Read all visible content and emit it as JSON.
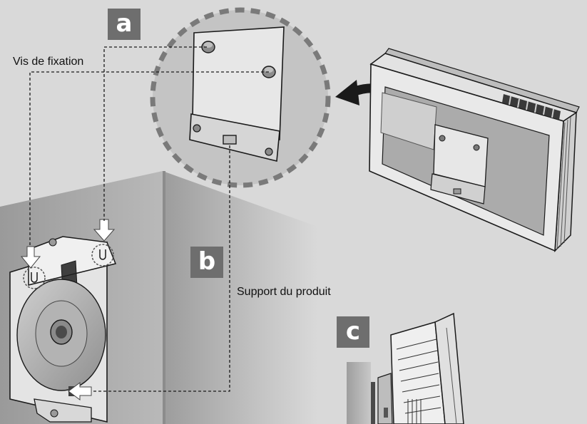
{
  "badges": {
    "a": "a",
    "b": "b",
    "c": "c"
  },
  "labels": {
    "screws": "Vis de fixation",
    "product_support": "Support du produit"
  },
  "colors": {
    "background": "#d9d9d9",
    "badge": "#6e6e6e",
    "wall_dark": "#8a8a8a",
    "wall_light": "#c6c6c6",
    "device_shell": "#e6e6e6",
    "device_panel": "#ababab",
    "outline": "#1a1a1a"
  }
}
